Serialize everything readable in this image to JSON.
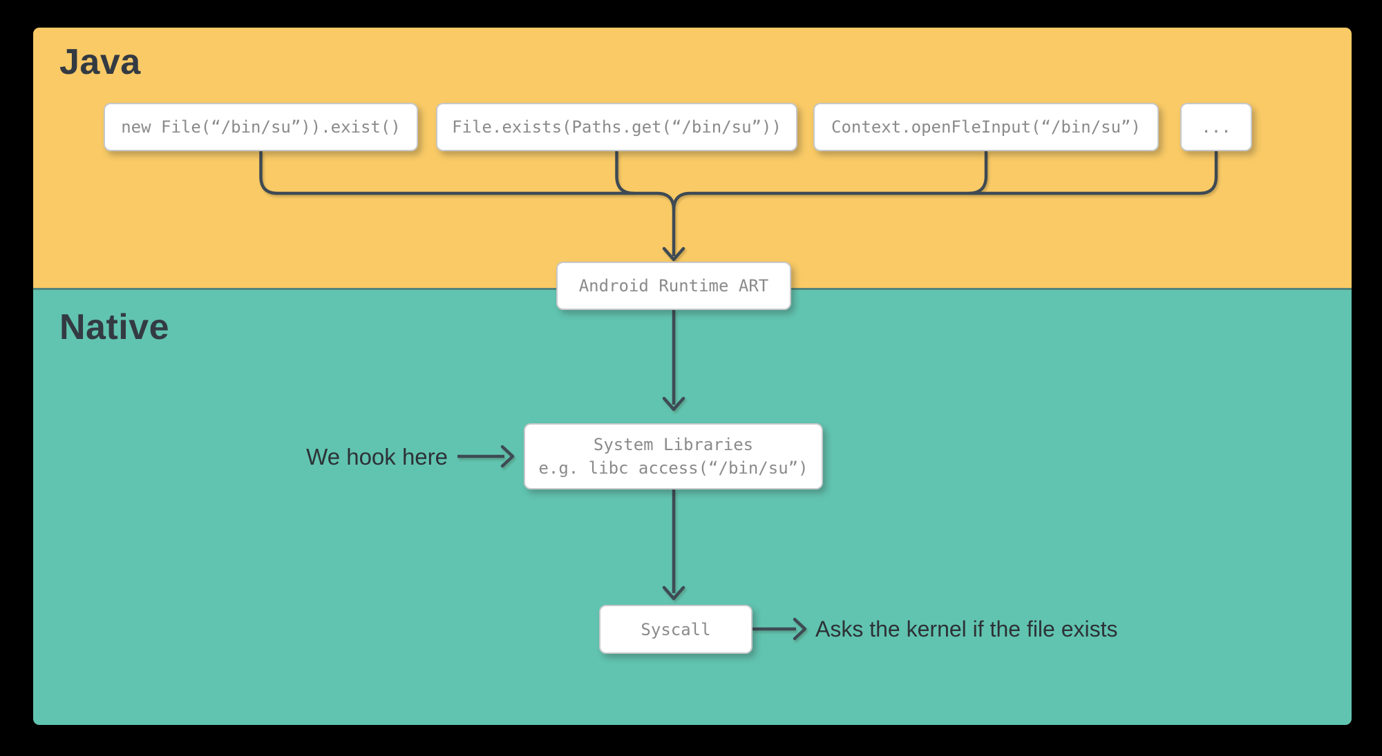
{
  "sections": {
    "java": {
      "label": "Java"
    },
    "native": {
      "label": "Native"
    }
  },
  "api_boxes": [
    {
      "label": "new File(“/bin/su”)).exist()"
    },
    {
      "label": "File.exists(Paths.get(“/bin/su”))"
    },
    {
      "label": "Context.openFleInput(“/bin/su”)"
    },
    {
      "label": "..."
    }
  ],
  "nodes": {
    "art": {
      "label": "Android Runtime ART"
    },
    "system_libraries": {
      "line1": "System Libraries",
      "line2": "e.g. libc access(“/bin/su”)"
    },
    "syscall": {
      "label": "Syscall"
    }
  },
  "annotations": {
    "hook": "We hook here",
    "kernel": "Asks the kernel if the file exists"
  },
  "colors": {
    "java-bg": "#F9CA66",
    "native-bg": "#61C4B0",
    "line": "#3E4A54",
    "box-text": "#8A8A8A",
    "heading": "#333A42",
    "annotation": "#2D3136",
    "box-border": "#C6C8CA",
    "page-bg": "#000000"
  }
}
